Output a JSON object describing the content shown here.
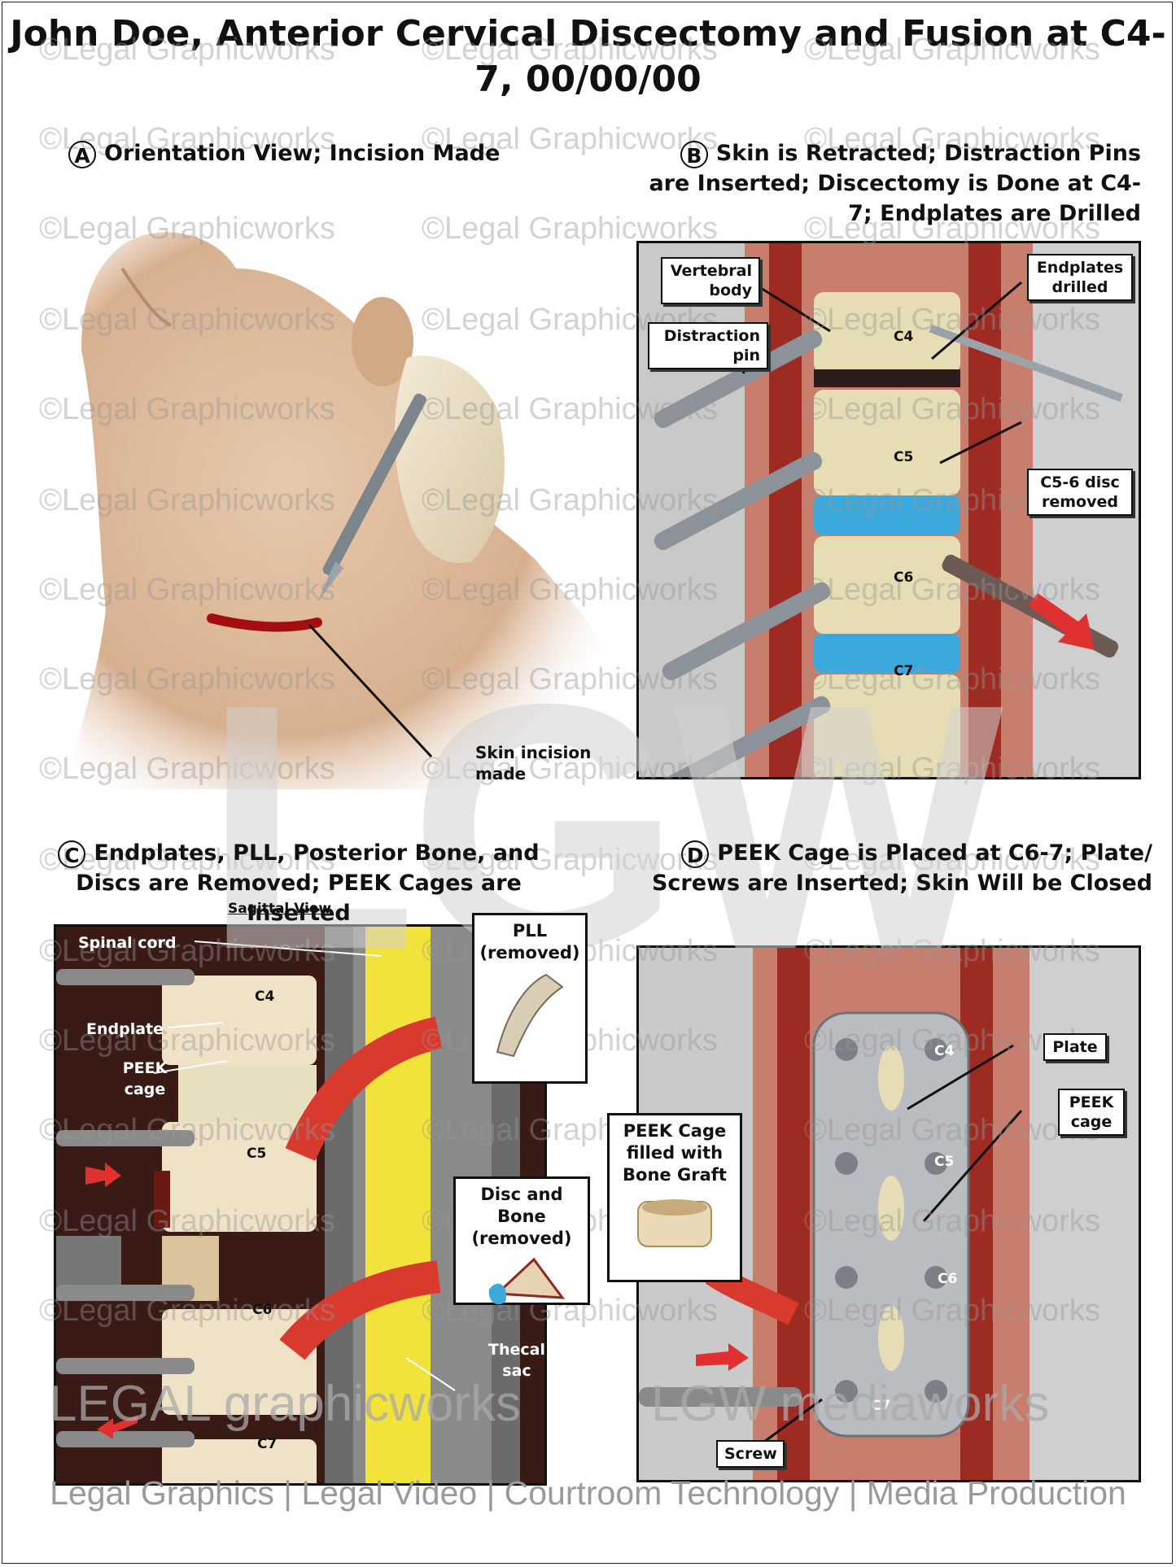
{
  "title": "John Doe, Anterior Cervical Discectomy and Fusion at C4-7, 00/00/00",
  "watermark": "©Legal Graphicworks",
  "big_watermark": "LGW",
  "panels": {
    "a": {
      "badge": "A",
      "caption": "Orientation View; Incision Made",
      "labels": {
        "incision": "Skin incision made"
      }
    },
    "b": {
      "badge": "B",
      "caption": "Skin is Retracted; Distraction Pins are Inserted; Discectomy is Done at C4-7; Endplates are Drilled",
      "labels": {
        "vertebral_body": "Vertebral body",
        "endplates_drilled": "Endplates drilled",
        "distraction_pin": "Distraction pin",
        "disc_removed": "C5-6 disc removed"
      },
      "levels": [
        "C4",
        "C5",
        "C6",
        "C7"
      ]
    },
    "c": {
      "badge": "C",
      "caption": "Endplates, PLL, Posterior Bone, and Discs are Removed; PEEK Cages are Inserted",
      "sagittal": "Sagittal View",
      "labels": {
        "spinal_cord": "Spinal cord",
        "endplate": "Endplate",
        "peek_cage": "PEEK cage",
        "thecal_sac": "Thecal sac"
      },
      "levels": [
        "C4",
        "C5",
        "C6",
        "C7"
      ],
      "pll_box": "PLL (removed)",
      "disc_box": "Disc and Bone (removed)"
    },
    "d": {
      "badge": "D",
      "caption": "PEEK Cage is Placed at C6-7; Plate/ Screws are Inserted; Skin Will be Closed",
      "labels": {
        "plate": "Plate",
        "peek_cage": "PEEK cage",
        "screw": "Screw"
      },
      "levels": [
        "C4",
        "C5",
        "C6",
        "C7"
      ],
      "graft_box": "PEEK Cage filled with Bone Graft"
    }
  },
  "footer_logos": {
    "left": "LEGAL graphicworks",
    "right": "LGW mediaworks"
  },
  "footer": "Legal Graphics | Legal Video | Courtroom Technology | Media Production"
}
